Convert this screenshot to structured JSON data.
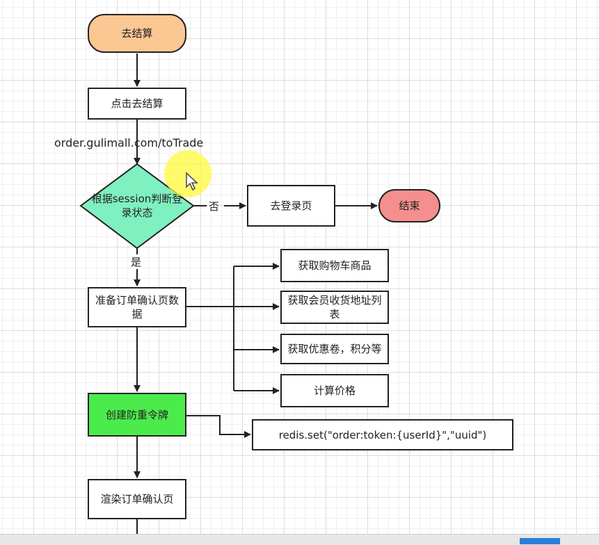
{
  "nodes": {
    "start": "去结算",
    "click_checkout": "点击去结算",
    "decision": "根据session判断登录状态",
    "login_page": "去登录页",
    "end": "结束",
    "prepare": "准备订单确认页数据",
    "fetch_cart": "获取购物车商品",
    "fetch_address": "获取会员收货地址列表",
    "fetch_coupon": "获取优惠卷，积分等",
    "calc_price": "计算价格",
    "create_token": "创建防重令牌",
    "redis_set": "redis.set(\"order:token:{userId}\",\"uuid\")",
    "render": "渲染订单确认页"
  },
  "edges": {
    "url_label": "order.gulimall.com/toTrade",
    "no_label": "否",
    "yes_label": "是"
  },
  "colors": {
    "start_fill": "#fbc793",
    "decision_fill": "#7ff0c0",
    "end_fill": "#f58e8e",
    "token_fill": "#4ceb4c"
  }
}
